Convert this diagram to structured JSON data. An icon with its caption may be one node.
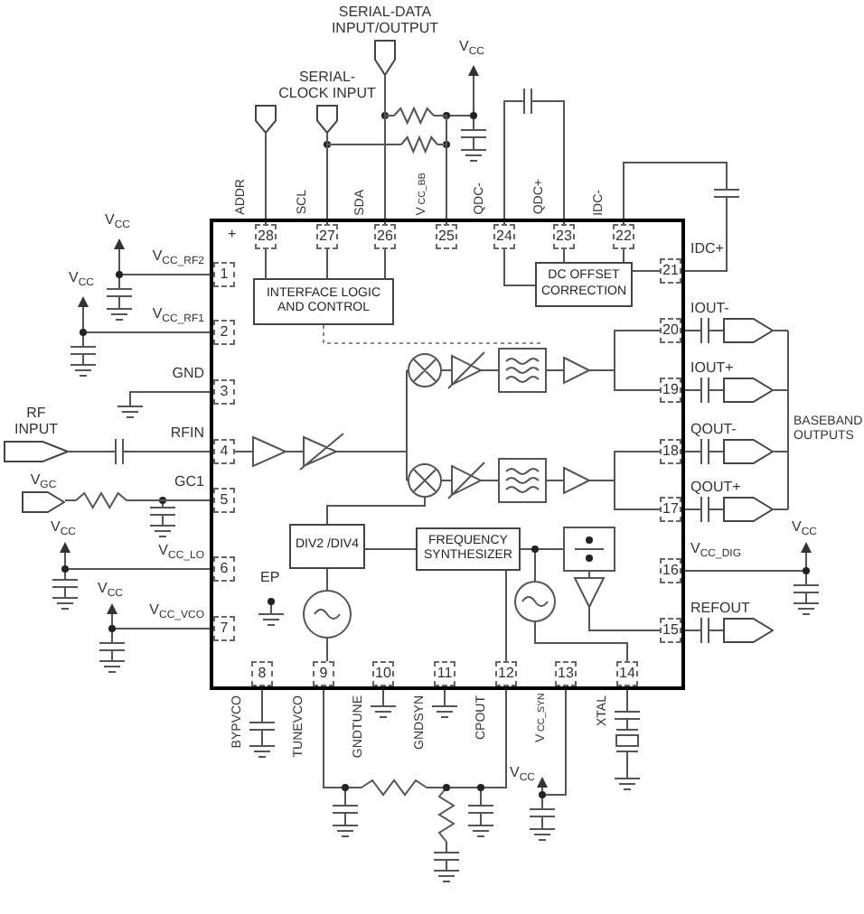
{
  "diagram": {
    "nodes": [
      {
        "text": [],
        "shape": "box"
      },
      {
        "text": [
          "1"
        ],
        "in": 0,
        "beside": [
          "V$_{CC_RF2}$"
        ]
      },
      {
        "text": [
          "2"
        ],
        "in": 0,
        "beside": [
          "V$_{CC_RF1}$"
        ]
      },
      {
        "text": [
          "3"
        ],
        "in": 0,
        "beside": [
          "GND"
        ]
      },
      {
        "text": [
          "4"
        ],
        "in": 0,
        "beside": [
          "RFIN"
        ]
      },
      {
        "text": [
          "5"
        ],
        "in": 0,
        "beside": [
          "GC1"
        ]
      },
      {
        "text": [
          "6"
        ],
        "in": 0,
        "beside": [
          "V$_{CC_LO}$"
        ]
      },
      {
        "text": [
          "7"
        ],
        "in": 0,
        "beside": [
          "V$_{CC_VCO}$"
        ]
      },
      {
        "text": [
          "8"
        ],
        "in": 0,
        "beside": [
          "BYPVCO"
        ]
      },
      {
        "text": [
          "9"
        ],
        "in": 0,
        "beside": [
          "TUNEVCO"
        ]
      },
      {
        "text": [
          "10"
        ],
        "in": 0,
        "beside": [
          "GNDTUNE"
        ]
      },
      {
        "text": [
          "11"
        ],
        "in": 0,
        "beside": [
          "GNDSYN"
        ]
      },
      {
        "text": [
          "12"
        ],
        "in": 0,
        "beside": [
          "CPOUT"
        ]
      },
      {
        "text": [
          "13"
        ],
        "in": 0,
        "beside": [
          "V$_{CC_SYN}$"
        ]
      },
      {
        "text": [
          "14"
        ],
        "in": 0,
        "beside": [
          "XTAL"
        ]
      },
      {
        "text": [
          "15"
        ],
        "in": 0,
        "beside": [
          "REFOUT"
        ]
      },
      {
        "text": [
          "16"
        ],
        "in": 0,
        "beside": [
          "V$_{CC_DIG}$"
        ]
      },
      {
        "text": [
          "17"
        ],
        "in": 0,
        "beside": [
          "QOUT+"
        ]
      },
      {
        "text": [
          "18"
        ],
        "in": 0,
        "beside": [
          "QOUT-"
        ]
      },
      {
        "text": [
          "19"
        ],
        "in": 0,
        "beside": [
          "IOUT+"
        ]
      },
      {
        "text": [
          "20"
        ],
        "in": 0,
        "beside": [
          "IOUT-"
        ]
      },
      {
        "text": [
          "21"
        ],
        "in": 0,
        "beside": [
          "IDC+"
        ]
      },
      {
        "text": [
          "22"
        ],
        "in": 0,
        "beside": [
          "IDC-"
        ]
      },
      {
        "text": [
          "23"
        ],
        "in": 0,
        "beside": [
          "QDC+"
        ]
      },
      {
        "text": [
          "24"
        ],
        "in": 0,
        "beside": [
          "QDC-"
        ]
      },
      {
        "text": [
          "25"
        ],
        "in": 0,
        "beside": [
          "V$_{CC_BB}$"
        ]
      },
      {
        "text": [
          "26"
        ],
        "in": 0,
        "beside": [
          "SDA"
        ]
      },
      {
        "text": [
          "27"
        ],
        "in": 0,
        "beside": [
          "SCL"
        ]
      },
      {
        "text": [
          "28"
        ],
        "in": 0,
        "beside": [
          "ADDR"
        ]
      },
      {
        "text": [
          "INTERFACE LOGIC AND CONTROL"
        ],
        "in": 0
      },
      {
        "text": [
          "DC OFFSET CORRECTION"
        ],
        "in": 0
      },
      {
        "text": [
          "DIV2 /DIV4"
        ],
        "in": 0
      },
      {
        "text": [
          "FREQUENCY SYNTHESIZER"
        ],
        "in": 0
      },
      {
        "text": [],
        "shape": "pentagon"
      },
      {
        "text": [
          "SERIAL-CLOCK INPUT"
        ]
      },
      {
        "text": [
          "SERIAL-DATA INPUT/OUTPUT"
        ]
      },
      {
        "text": [
          "RF INPUT"
        ]
      },
      {
        "text": [
          "V$_{GC}$"
        ]
      },
      {
        "text": [],
        "shape": "pentagon"
      },
      {
        "text": [],
        "shape": "pentagon"
      },
      {
        "text": [],
        "shape": "pentagon"
      },
      {
        "text": [],
        "shape": "pentagon"
      },
      {
        "text": [],
        "shape": "pentagon"
      },
      {
        "text": [],
        "shape": "resistor"
      },
      {
        "text": [],
        "shape": "resistor"
      },
      {
        "text": [],
        "shape": "resistor"
      }
    ],
    "edges": [
      {
        "from": 33,
        "to": 28,
        "arrow": "none"
      },
      {
        "from": 34,
        "to": 27,
        "arrow": "none"
      },
      {
        "from": 35,
        "to": 26,
        "arrow": "none"
      },
      {
        "from": 36,
        "to": 4,
        "arrow": "none"
      },
      {
        "from": 37,
        "to": 45,
        "arrow": "none"
      },
      {
        "from": 20,
        "to": 38,
        "arrow": "none"
      },
      {
        "from": 19,
        "to": 39,
        "arrow": "none"
      },
      {
        "from": 18,
        "to": 40,
        "arrow": "none"
      },
      {
        "from": 17,
        "to": 41,
        "arrow": "none"
      },
      {
        "from": 15,
        "to": 42,
        "arrow": "none"
      },
      {
        "from": 29,
        "to": 28,
        "arrow": "none"
      },
      {
        "from": 29,
        "to": 27,
        "arrow": "none"
      },
      {
        "from": 29,
        "to": 26,
        "arrow": "none"
      },
      {
        "from": 30,
        "to": 24,
        "arrow": "none"
      },
      {
        "from": 30,
        "to": 23,
        "arrow": "none"
      },
      {
        "from": 30,
        "to": 22,
        "arrow": "none"
      },
      {
        "from": 30,
        "to": 21,
        "arrow": "none"
      },
      {
        "from": 31,
        "to": 32,
        "arrow": "none"
      },
      {
        "from": 32,
        "to": 12,
        "arrow": "none"
      },
      {
        "from": 43,
        "to": 35,
        "arrow": "none"
      },
      {
        "from": 43,
        "to": 25,
        "arrow": "none"
      },
      {
        "from": 44,
        "to": 34,
        "arrow": "none"
      },
      {
        "from": 44,
        "to": 25,
        "arrow": "none"
      },
      {
        "from": 45,
        "to": 5,
        "arrow": "none"
      }
    ],
    "labels": [
      "V$_{CC}$",
      "+",
      "V$_{CC}$",
      "V$_{CC}$",
      "BASEBAND OUTPUTS",
      "V$_{CC}$",
      "V$_{CC}$",
      "EP",
      "V$_{CC}$",
      "V$_{CC}$"
    ]
  }
}
